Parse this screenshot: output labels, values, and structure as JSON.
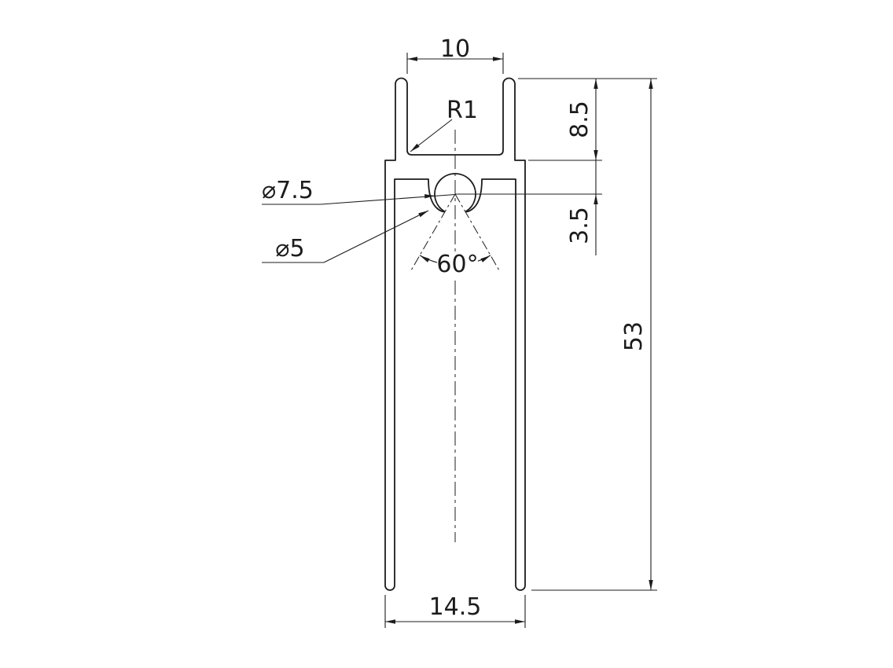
{
  "page": {
    "background": "#ffffff"
  },
  "drawing": {
    "type": "technical-cross-section-profile",
    "labels": {
      "top_width": "10",
      "corner_radius": "R1",
      "bore_diameter": "⌀7.5",
      "slot_diameter": "⌀5",
      "slot_angle": "60°",
      "height_top_segment": "8.5",
      "height_mid_segment": "3.5",
      "total_height": "53",
      "bottom_width": "14.5"
    },
    "colors": {
      "line": "#1c1c1c",
      "background": "#ffffff"
    }
  }
}
